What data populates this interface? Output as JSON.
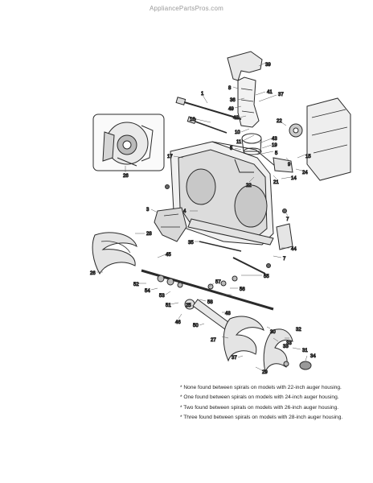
{
  "watermark": "AppliancePartsPros.com",
  "notes": [
    "* None found between spirals on models with 22-inch auger housing.",
    "* One found between spirals on models with 24-inch auger housing.",
    "* Two found between spirals on models with 26-inch auger housing.",
    "* Three found between spirals on models with 28-inch auger housing."
  ],
  "callouts": [
    "39",
    "8",
    "36",
    "41",
    "37",
    "1",
    "49",
    "16",
    "42",
    "22",
    "10",
    "11",
    "43",
    "19",
    "5",
    "5",
    "15",
    "17",
    "26",
    "9",
    "21",
    "22",
    "24",
    "14",
    "7",
    "3",
    "28",
    "4",
    "35",
    "44",
    "7",
    "45",
    "55",
    "26",
    "52",
    "54",
    "53",
    "57",
    "56",
    "58",
    "51",
    "25",
    "46",
    "50",
    "48",
    "32",
    "27",
    "33",
    "31",
    "30",
    "34",
    "37",
    "29",
    "33"
  ]
}
